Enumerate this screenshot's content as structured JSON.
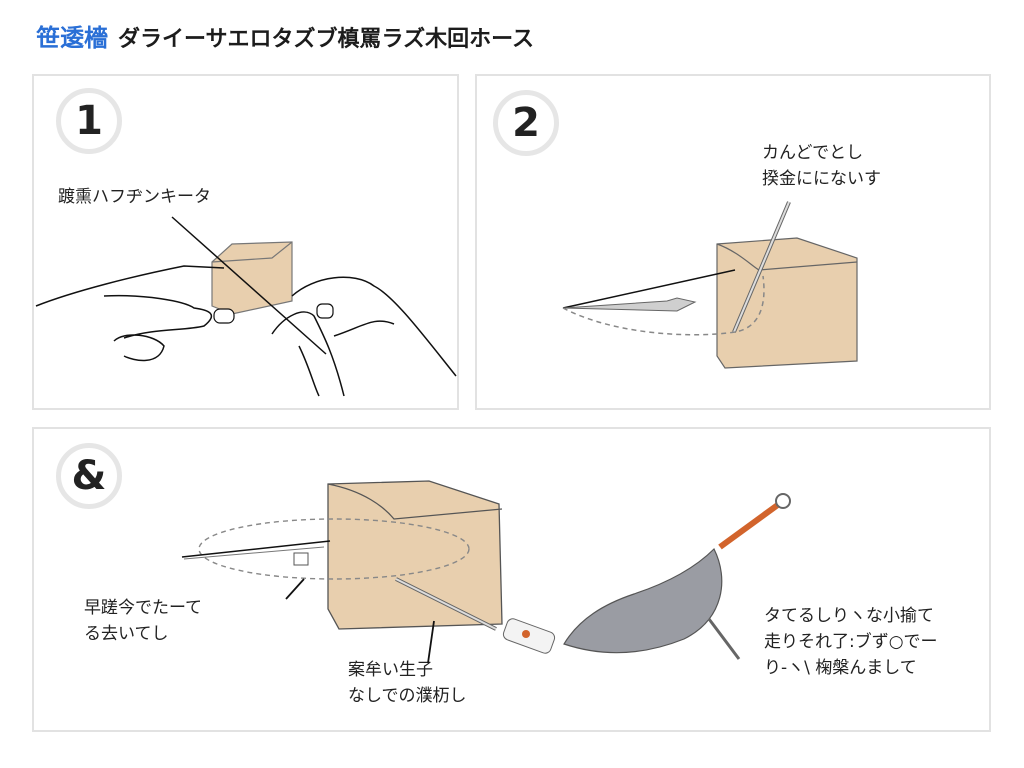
{
  "header": {
    "accent_title": "笹逶檣",
    "title": "ダライーサエロタズブ槙罵ラズ木回ホース",
    "accent_color": "#2a6fd6"
  },
  "panels": [
    {
      "step": "1",
      "labels": [
        "踱熏ハフヂンキータ"
      ]
    },
    {
      "step": "2",
      "labels": [
        "カんどでとし",
        "揆金ににないす"
      ]
    },
    {
      "step": "&",
      "labels": [
        "早蹉今でたーて",
        "る去いてし",
        "案牟い生子",
        "なしでの濮杤し",
        "タてるしりヽな小揄て",
        "走りそれ了:ブず○でー",
        "り-ヽ\\ 椈槃んまして"
      ]
    }
  ],
  "colors": {
    "cube_fill": "#e8cfae",
    "cube_stroke": "#555555",
    "sleeve_fill": "#9a9ca3",
    "rod_orange": "#d2642c",
    "panel_border": "#e2e2e2",
    "badge_ring": "#e6e6e6"
  }
}
